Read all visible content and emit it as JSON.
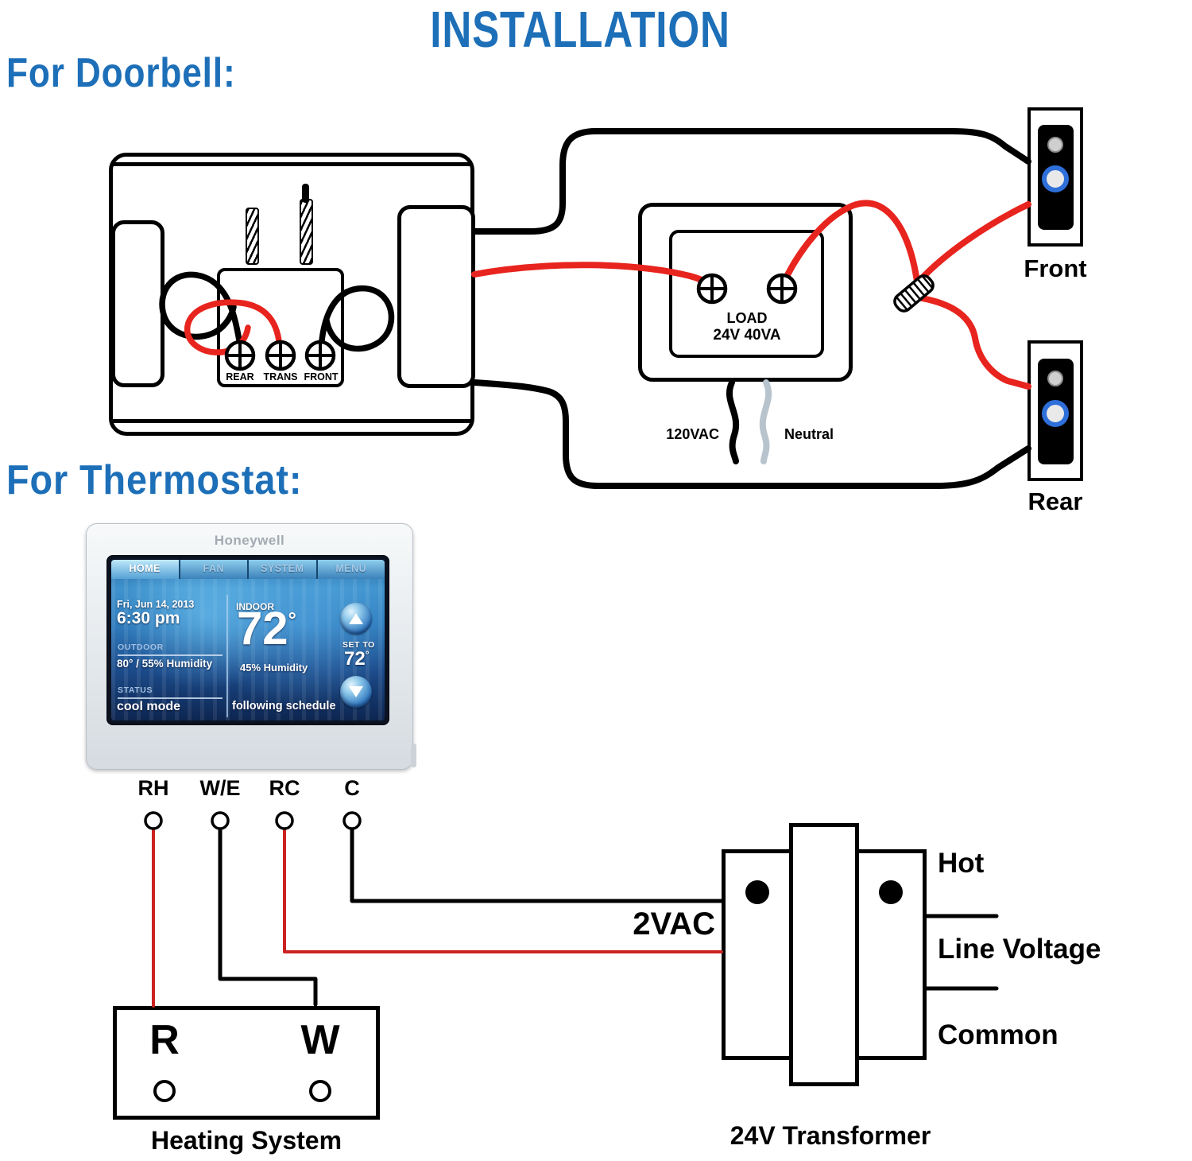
{
  "colors": {
    "heading_blue": "#1d6fb8",
    "wire_red": "#e8241e",
    "wire_black": "#000000",
    "wire_neutral": "#b7c4ce",
    "doorbell_ring_blue": "#2e6fd9"
  },
  "title": "INSTALLATION",
  "doorbell": {
    "heading": "For Doorbell:",
    "chime": {
      "terminals": [
        "REAR",
        "TRANS",
        "FRONT"
      ]
    },
    "transformer": {
      "load_line1": "LOAD",
      "load_line2": "24V 40VA",
      "hot_label": "120VAC",
      "neutral_label": "Neutral"
    },
    "front_label": "Front",
    "rear_label": "Rear"
  },
  "thermostat": {
    "heading": "For Thermostat:",
    "brand": "Honeywell",
    "tabs": [
      "HOME",
      "FAN",
      "SYSTEM",
      "MENU"
    ],
    "date": "Fri, Jun 14, 2013",
    "time": "6:30 pm",
    "outdoor_label": "OUTDOOR",
    "outdoor_value": "80° / 55% Humidity",
    "status_label": "STATUS",
    "status_value": "cool mode",
    "indoor_label": "INDOOR",
    "indoor_temp": "72",
    "degree": "°",
    "indoor_humidity": "45% Humidity",
    "set_to_label": "SET TO",
    "set_to_value": "72",
    "schedule_text": "following schedule",
    "terminals": [
      "RH",
      "W/E",
      "RC",
      "C"
    ]
  },
  "transformer24": {
    "vac_label": "2VAC",
    "hot": "Hot",
    "line_voltage": "Line Voltage",
    "common": "Common",
    "caption": "24V Transformer"
  },
  "heating": {
    "r": "R",
    "w": "W",
    "caption": "Heating System"
  }
}
